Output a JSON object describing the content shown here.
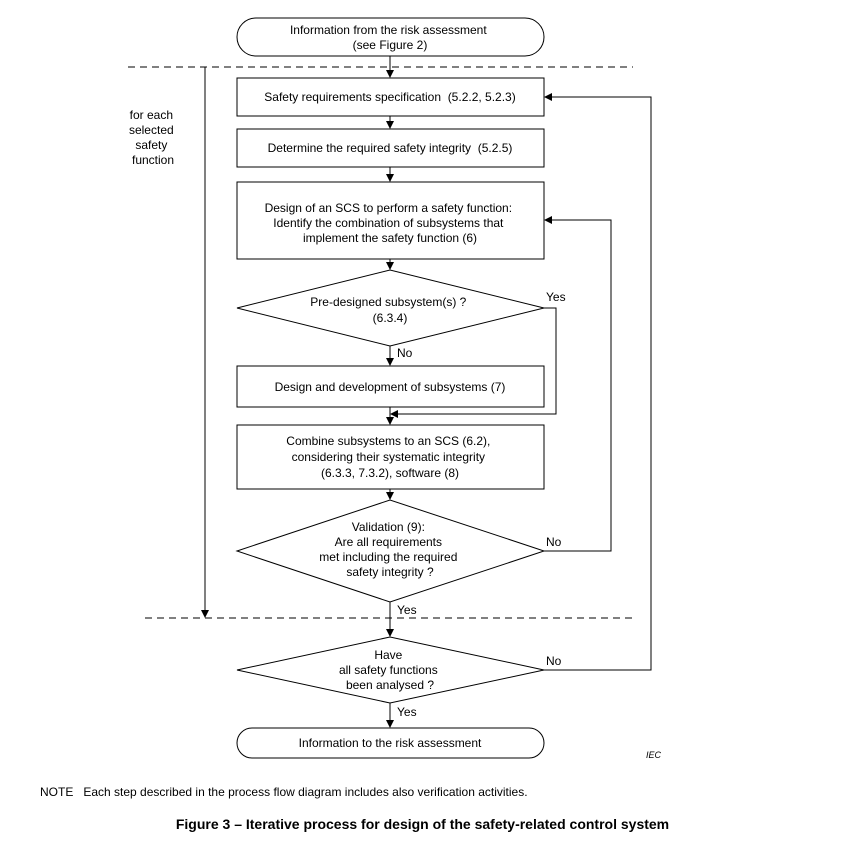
{
  "nodes": {
    "start": [
      "Information from the risk assessment",
      "(see Figure 2)"
    ],
    "srs": [
      "Safety requirements specification  (5.2.2, 5.2.3)"
    ],
    "integrity": [
      "Determine the required safety integrity  (5.2.5)"
    ],
    "design": [
      "Design of an SCS to perform a safety function:",
      "Identify the combination of subsystems that",
      "implement the safety function (6)"
    ],
    "predesigned": [
      "Pre-designed subsystem(s) ?",
      "(6.3.4)"
    ],
    "develop": [
      "Design and development of subsystems (7)"
    ],
    "combine": [
      "Combine subsystems to an SCS (6.2),",
      "considering their systematic integrity",
      "(6.3.3, 7.3.2), software (8)"
    ],
    "validation": [
      "Validation (9):",
      "Are all requirements",
      "met including the required",
      "safety integrity ?"
    ],
    "all_analysed": [
      "Have",
      "all safety functions",
      "been analysed ?"
    ],
    "end": [
      "Information to the risk assessment"
    ]
  },
  "loop_label": [
    "for each",
    "selected",
    "safety",
    "function"
  ],
  "edge_labels": {
    "predesigned_yes": "Yes",
    "predesigned_no": "No",
    "validation_no": "No",
    "validation_yes": "Yes",
    "all_no": "No",
    "all_yes": "Yes"
  },
  "watermark": "IEC",
  "note": "NOTE   Each step described in the process flow diagram includes also verification activities.",
  "caption": "Figure 3 – Iterative process for design of the safety-related control system"
}
